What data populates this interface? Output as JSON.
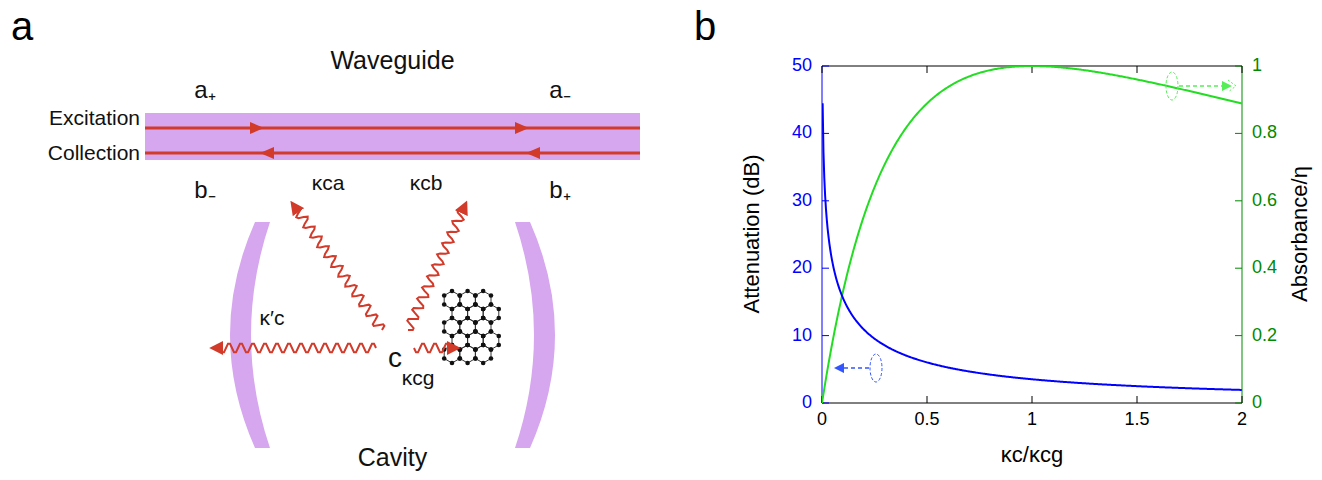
{
  "diagram": {
    "nodes": [
      {
        "text": [
          "Waveguide"
        ]
      },
      {
        "text": [
          "Cavity"
        ]
      }
    ],
    "labels": [
      "a",
      "b",
      "Excitation",
      "Collection",
      "a₊",
      "a₋",
      "b₋",
      "b₊",
      "κca",
      "κcb",
      "κ′c",
      "κcg",
      "c",
      "0",
      "10",
      "20",
      "30",
      "40",
      "50",
      "0",
      "0.2",
      "0.4",
      "0.6",
      "0.8",
      "1",
      "0",
      "0.5",
      "1",
      "1.5",
      "2",
      "Attenuation (dB)",
      "Absorbance/η",
      "κc/κcg"
    ]
  }
}
